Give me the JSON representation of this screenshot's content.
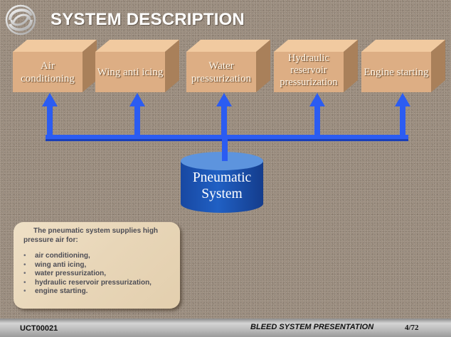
{
  "header": {
    "title": "SYSTEM DESCRIPTION",
    "logo_icon": "company-swirl-logo"
  },
  "diagram": {
    "consumers": [
      {
        "id": "air-conditioning",
        "label": "Air conditioning"
      },
      {
        "id": "wing-anti-icing",
        "label": "Wing anti icing"
      },
      {
        "id": "water-pressurization",
        "label": "Water pressurization"
      },
      {
        "id": "hydraulic-reservoir-pressurization",
        "label": "Hydraulic reservoir pressurization"
      },
      {
        "id": "engine-starting",
        "label": "Engine starting"
      }
    ],
    "source": {
      "label": "Pneumatic System"
    },
    "colors": {
      "pipe": "#2b5cf2",
      "box_face": "#deb088",
      "cylinder": "#1e56b4",
      "background": "#9c8e80"
    }
  },
  "note": {
    "intro": "The pneumatic system supplies high pressure air for:",
    "items": [
      "air conditioning,",
      "wing anti icing,",
      "water pressurization,",
      "hydraulic reservoir pressurization,",
      "engine starting."
    ],
    "bullet": "•"
  },
  "footer": {
    "code": "UCT00021",
    "presentation": "BLEED SYSTEM PRESENTATION",
    "page": "4/72"
  }
}
